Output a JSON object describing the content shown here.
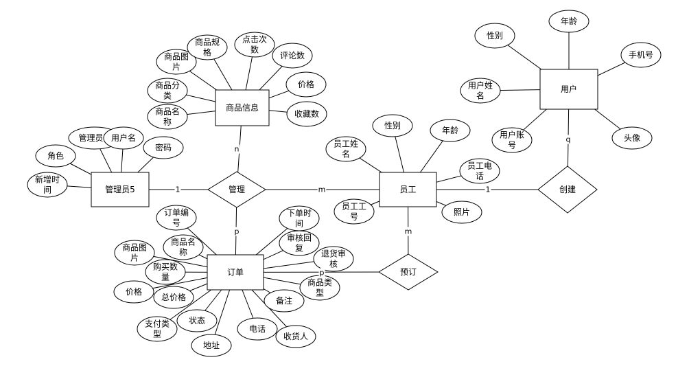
{
  "entities": [
    {
      "id": "goods",
      "label": "商品信息"
    },
    {
      "id": "admin",
      "label": "管理员5"
    },
    {
      "id": "staff",
      "label": "员工"
    },
    {
      "id": "user",
      "label": "用户"
    },
    {
      "id": "order",
      "label": "订单"
    }
  ],
  "relationships": [
    {
      "id": "manage",
      "label": "管理"
    },
    {
      "id": "create",
      "label": "创建"
    },
    {
      "id": "reserve",
      "label": "预订"
    }
  ],
  "attributes": [
    {
      "id": "g-img",
      "owner": "goods",
      "lines": [
        "商品图",
        "片"
      ]
    },
    {
      "id": "g-spec",
      "owner": "goods",
      "lines": [
        "商品规",
        "格"
      ]
    },
    {
      "id": "g-clicks",
      "owner": "goods",
      "lines": [
        "点击次",
        "数"
      ]
    },
    {
      "id": "g-review",
      "owner": "goods",
      "lines": [
        "评论数"
      ]
    },
    {
      "id": "g-cat",
      "owner": "goods",
      "lines": [
        "商品分",
        "类"
      ]
    },
    {
      "id": "g-price",
      "owner": "goods",
      "lines": [
        "价格"
      ]
    },
    {
      "id": "g-name",
      "owner": "goods",
      "lines": [
        "商品名",
        "称"
      ]
    },
    {
      "id": "g-fav",
      "owner": "goods",
      "lines": [
        "收藏数"
      ]
    },
    {
      "id": "a-id",
      "owner": "admin",
      "lines": [
        "管理员id"
      ]
    },
    {
      "id": "a-user",
      "owner": "admin",
      "lines": [
        "用户名"
      ]
    },
    {
      "id": "a-role",
      "owner": "admin",
      "lines": [
        "角色"
      ]
    },
    {
      "id": "a-pwd",
      "owner": "admin",
      "lines": [
        "密码"
      ]
    },
    {
      "id": "a-time",
      "owner": "admin",
      "lines": [
        "新增时",
        "间"
      ]
    },
    {
      "id": "u-gender",
      "owner": "user",
      "lines": [
        "性别"
      ]
    },
    {
      "id": "u-age",
      "owner": "user",
      "lines": [
        "年龄"
      ]
    },
    {
      "id": "u-phone",
      "owner": "user",
      "lines": [
        "手机号"
      ]
    },
    {
      "id": "u-name",
      "owner": "user",
      "lines": [
        "用户姓",
        "名"
      ]
    },
    {
      "id": "u-account",
      "owner": "user",
      "lines": [
        "用户账",
        "号"
      ]
    },
    {
      "id": "u-avatar",
      "owner": "user",
      "lines": [
        "头像"
      ]
    },
    {
      "id": "s-gender",
      "owner": "staff",
      "lines": [
        "性别"
      ]
    },
    {
      "id": "s-age",
      "owner": "staff",
      "lines": [
        "年龄"
      ]
    },
    {
      "id": "s-name",
      "owner": "staff",
      "lines": [
        "员工姓",
        "名"
      ]
    },
    {
      "id": "s-phone",
      "owner": "staff",
      "lines": [
        "员工电",
        "话"
      ]
    },
    {
      "id": "s-no",
      "owner": "staff",
      "lines": [
        "员工工",
        "号"
      ]
    },
    {
      "id": "s-photo",
      "owner": "staff",
      "lines": [
        "照片"
      ]
    },
    {
      "id": "o-no",
      "owner": "order",
      "lines": [
        "订单编",
        "号"
      ]
    },
    {
      "id": "o-time",
      "owner": "order",
      "lines": [
        "下单时",
        "间"
      ]
    },
    {
      "id": "o-gname",
      "owner": "order",
      "lines": [
        "商品名",
        "称"
      ]
    },
    {
      "id": "o-reply",
      "owner": "order",
      "lines": [
        "审核回",
        "复"
      ]
    },
    {
      "id": "o-gimg",
      "owner": "order",
      "lines": [
        "商品图",
        "片"
      ]
    },
    {
      "id": "o-refund",
      "owner": "order",
      "lines": [
        "退货审",
        "核"
      ]
    },
    {
      "id": "o-qty",
      "owner": "order",
      "lines": [
        "购买数",
        "量"
      ]
    },
    {
      "id": "o-price",
      "owner": "order",
      "lines": [
        "价格"
      ]
    },
    {
      "id": "o-total",
      "owner": "order",
      "lines": [
        "总价格"
      ]
    },
    {
      "id": "o-gtype",
      "owner": "order",
      "lines": [
        "商品类",
        "型"
      ]
    },
    {
      "id": "o-remark",
      "owner": "order",
      "lines": [
        "备注"
      ]
    },
    {
      "id": "o-pay",
      "owner": "order",
      "lines": [
        "支付类",
        "型"
      ]
    },
    {
      "id": "o-status",
      "owner": "order",
      "lines": [
        "状态"
      ]
    },
    {
      "id": "o-tel",
      "owner": "order",
      "lines": [
        "电话"
      ]
    },
    {
      "id": "o-addr",
      "owner": "order",
      "lines": [
        "地址"
      ]
    },
    {
      "id": "o-recv",
      "owner": "order",
      "lines": [
        "收货人"
      ]
    }
  ],
  "links": [
    {
      "from": "goods",
      "to": "manage",
      "label": "n"
    },
    {
      "from": "admin",
      "to": "manage",
      "label": "1"
    },
    {
      "from": "manage",
      "to": "staff",
      "label": "m"
    },
    {
      "from": "manage",
      "to": "order",
      "label": "p"
    },
    {
      "from": "staff",
      "to": "create",
      "label": "1"
    },
    {
      "from": "user",
      "to": "create",
      "label": "q"
    },
    {
      "from": "staff",
      "to": "reserve",
      "label": "m"
    },
    {
      "from": "order",
      "to": "reserve",
      "label": "p"
    }
  ]
}
